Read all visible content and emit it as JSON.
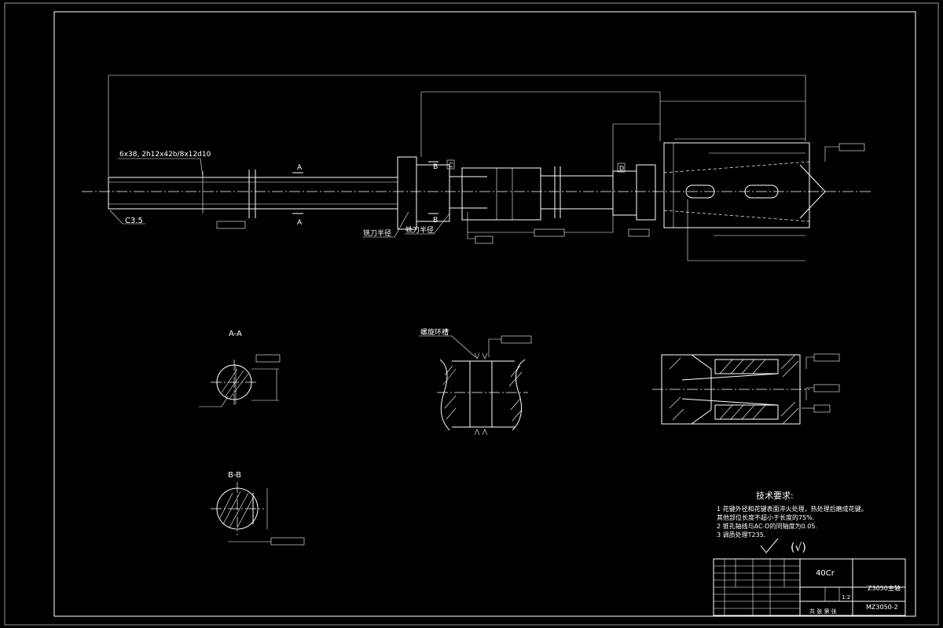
{
  "drawing": {
    "main_view": {
      "spline_note": "6x38, 2h12x42b/8x12d10",
      "chamfer": "C3.5",
      "section_a_mark": "A",
      "section_b_mark": "B",
      "datum_c": "C",
      "datum_d": "D",
      "undercut_left": "铣刀半径",
      "undercut_right": "铣刀半径"
    },
    "section_aa": {
      "title": "A-A"
    },
    "section_bb": {
      "title": "B-B"
    },
    "detail_thread": {
      "label": "螺旋环槽"
    },
    "technical_requirements": {
      "title": "技术要求:",
      "items": [
        "1  花键外径和花键表面淬火处理，热处理后磨成花键。",
        "   其他部位长度不超小于长度的75%.",
        "2  锥孔轴线与AC-D的同轴度为0.05.",
        "3  调质处理T235."
      ]
    },
    "roughness_note": "(√)",
    "title_block": {
      "material": "40Cr",
      "part_name": "Z3050主轴",
      "drawing_no": "MZ3050-2",
      "scale": "1:2",
      "sheet_info": "共  张  第  张"
    }
  }
}
